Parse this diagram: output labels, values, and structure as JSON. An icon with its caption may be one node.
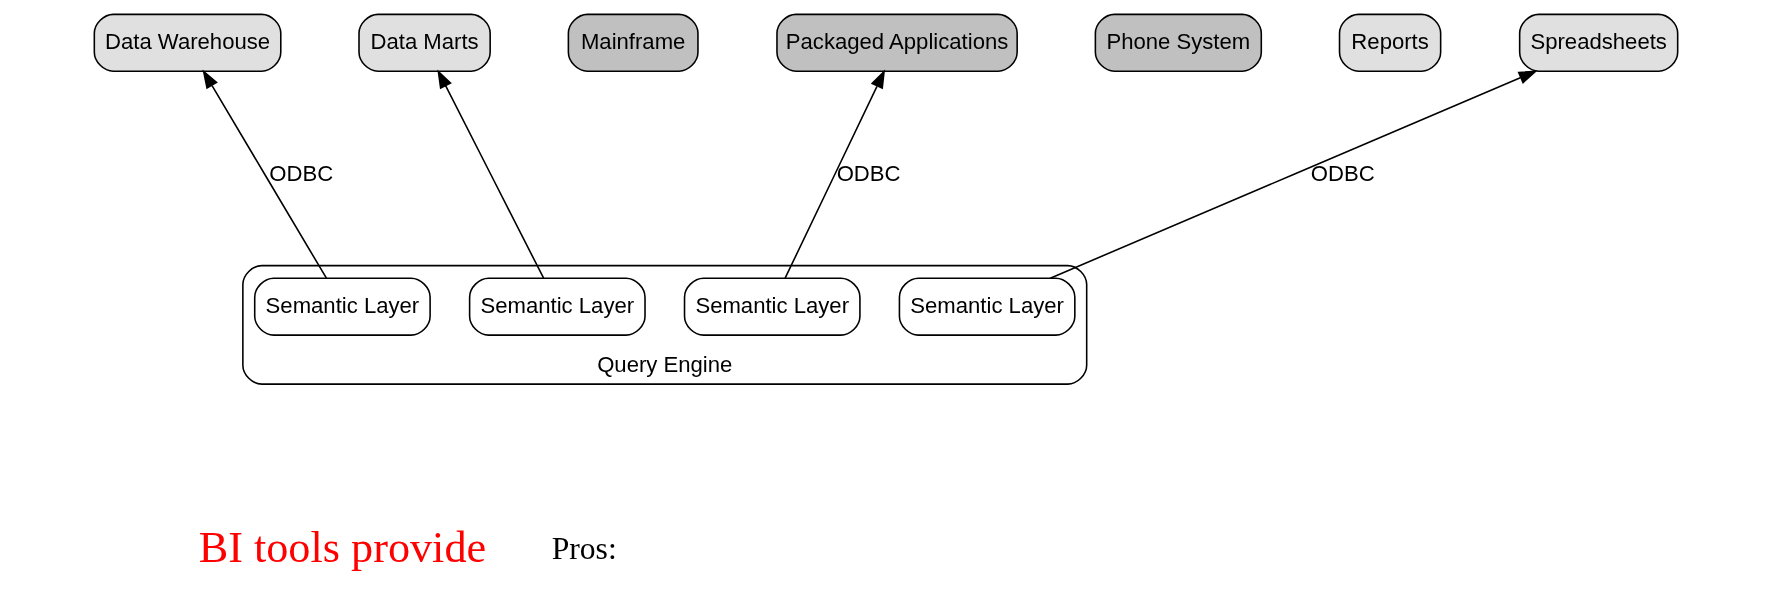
{
  "diagram": {
    "nodes": [
      {
        "text": [
          "Data Warehouse"
        ]
      },
      {
        "text": [
          "Data Marts"
        ]
      },
      {
        "text": [
          "Mainframe"
        ]
      },
      {
        "text": [
          "Packaged Applications"
        ]
      },
      {
        "text": [
          "Phone System"
        ]
      },
      {
        "text": [
          "Reports"
        ]
      },
      {
        "text": [
          "Spreadsheets"
        ]
      },
      {
        "text": [
          "Query Engine"
        ]
      },
      {
        "text": [
          "Semantic Layer"
        ],
        "in": 7
      },
      {
        "text": [
          "Semantic Layer"
        ],
        "in": 7
      },
      {
        "text": [
          "Semantic Layer"
        ],
        "in": 7
      },
      {
        "text": [
          "Semantic Layer"
        ],
        "in": 7
      }
    ],
    "edges": [
      {
        "from": 8,
        "to": 0,
        "arrow": "to",
        "label": "ODBC"
      },
      {
        "from": 9,
        "to": 1,
        "arrow": "to"
      },
      {
        "from": 10,
        "to": 3,
        "arrow": "to",
        "label": "ODBC"
      },
      {
        "from": 11,
        "to": 6,
        "arrow": "to",
        "label": "ODBC"
      }
    ],
    "labels": [
      "BI tools provide",
      "Pros:"
    ]
  }
}
